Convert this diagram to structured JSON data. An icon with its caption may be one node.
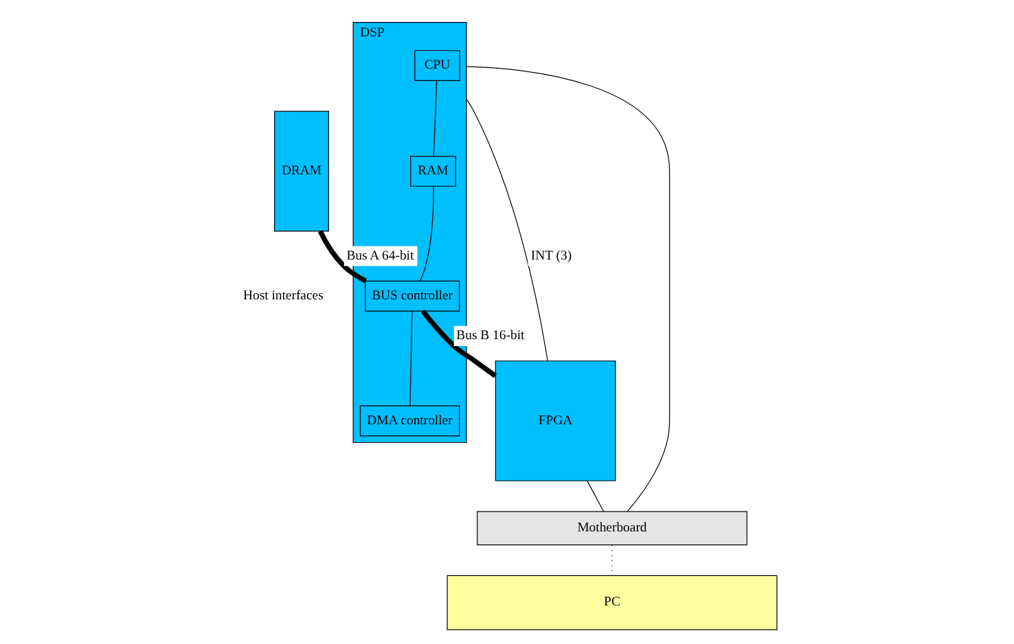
{
  "diagram": {
    "nodes": [
      {
        "text": [
          "DRAM"
        ]
      },
      {
        "text": [
          "DSP"
        ]
      },
      {
        "text": [
          "CPU"
        ],
        "in": 1
      },
      {
        "text": [
          "RAM"
        ],
        "in": 1
      },
      {
        "text": [
          "BUS controller"
        ],
        "in": 1
      },
      {
        "text": [
          "DMA controller"
        ],
        "in": 1
      },
      {
        "text": [
          "FPGA"
        ]
      },
      {
        "text": [
          "Motherboard"
        ]
      },
      {
        "text": [
          "PC"
        ]
      }
    ],
    "edges": [
      {
        "from": 0,
        "to": 4,
        "arrow": "none",
        "style": "thick",
        "label": "Bus A 64-bit"
      },
      {
        "from": 2,
        "to": 3,
        "arrow": "none"
      },
      {
        "from": 3,
        "to": 4,
        "arrow": "none"
      },
      {
        "from": 4,
        "to": 5,
        "arrow": "none"
      },
      {
        "from": 4,
        "to": 6,
        "arrow": "none",
        "style": "thick",
        "label": "Bus B 16-bit"
      },
      {
        "from": 1,
        "to": 6,
        "arrow": "none",
        "label": "INT (3)"
      },
      {
        "from": 1,
        "to": 7,
        "arrow": "none"
      },
      {
        "from": 6,
        "to": 7,
        "arrow": "none"
      },
      {
        "from": 7,
        "to": 8,
        "arrow": "none",
        "style": "dashed"
      }
    ],
    "labels": [
      "Host interfaces"
    ]
  }
}
